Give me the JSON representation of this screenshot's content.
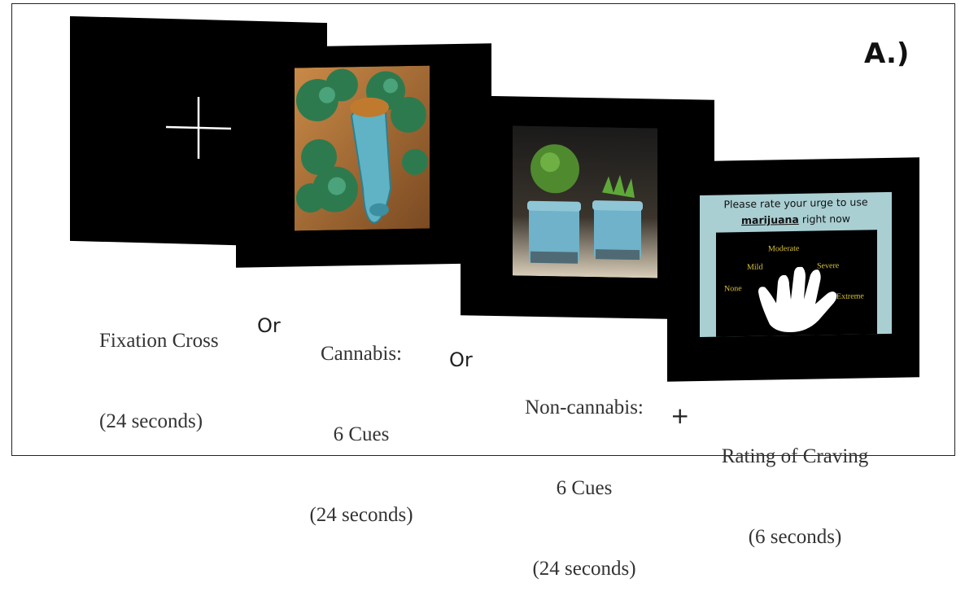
{
  "panel_label": "A.)",
  "connectors": {
    "or_1": "Or",
    "or_2": "Or",
    "plus": "+"
  },
  "screens": {
    "fixation": {
      "caption_line1": "Fixation Cross",
      "caption_line2": "(24 seconds)"
    },
    "cannabis": {
      "caption_line1": "Cannabis:",
      "caption_line2": "6 Cues",
      "caption_line3": "(24 seconds)"
    },
    "non_cannabis": {
      "caption_line1": "Non-cannabis:",
      "caption_line2": "6 Cues",
      "caption_line3": "(24 seconds)"
    },
    "rating": {
      "caption_line1": "Rating of Craving",
      "caption_line2": "(6 seconds)",
      "prompt_line1": "Please rate your urge to use",
      "prompt_bold": "marijuana",
      "prompt_rest": " right now",
      "scale": [
        "None",
        "Mild",
        "Moderate",
        "Severe",
        "Extreme"
      ]
    }
  },
  "colors": {
    "screen": "#000000",
    "rating_bg": "#a9cfd3",
    "scale_text": "#d9c23a"
  }
}
